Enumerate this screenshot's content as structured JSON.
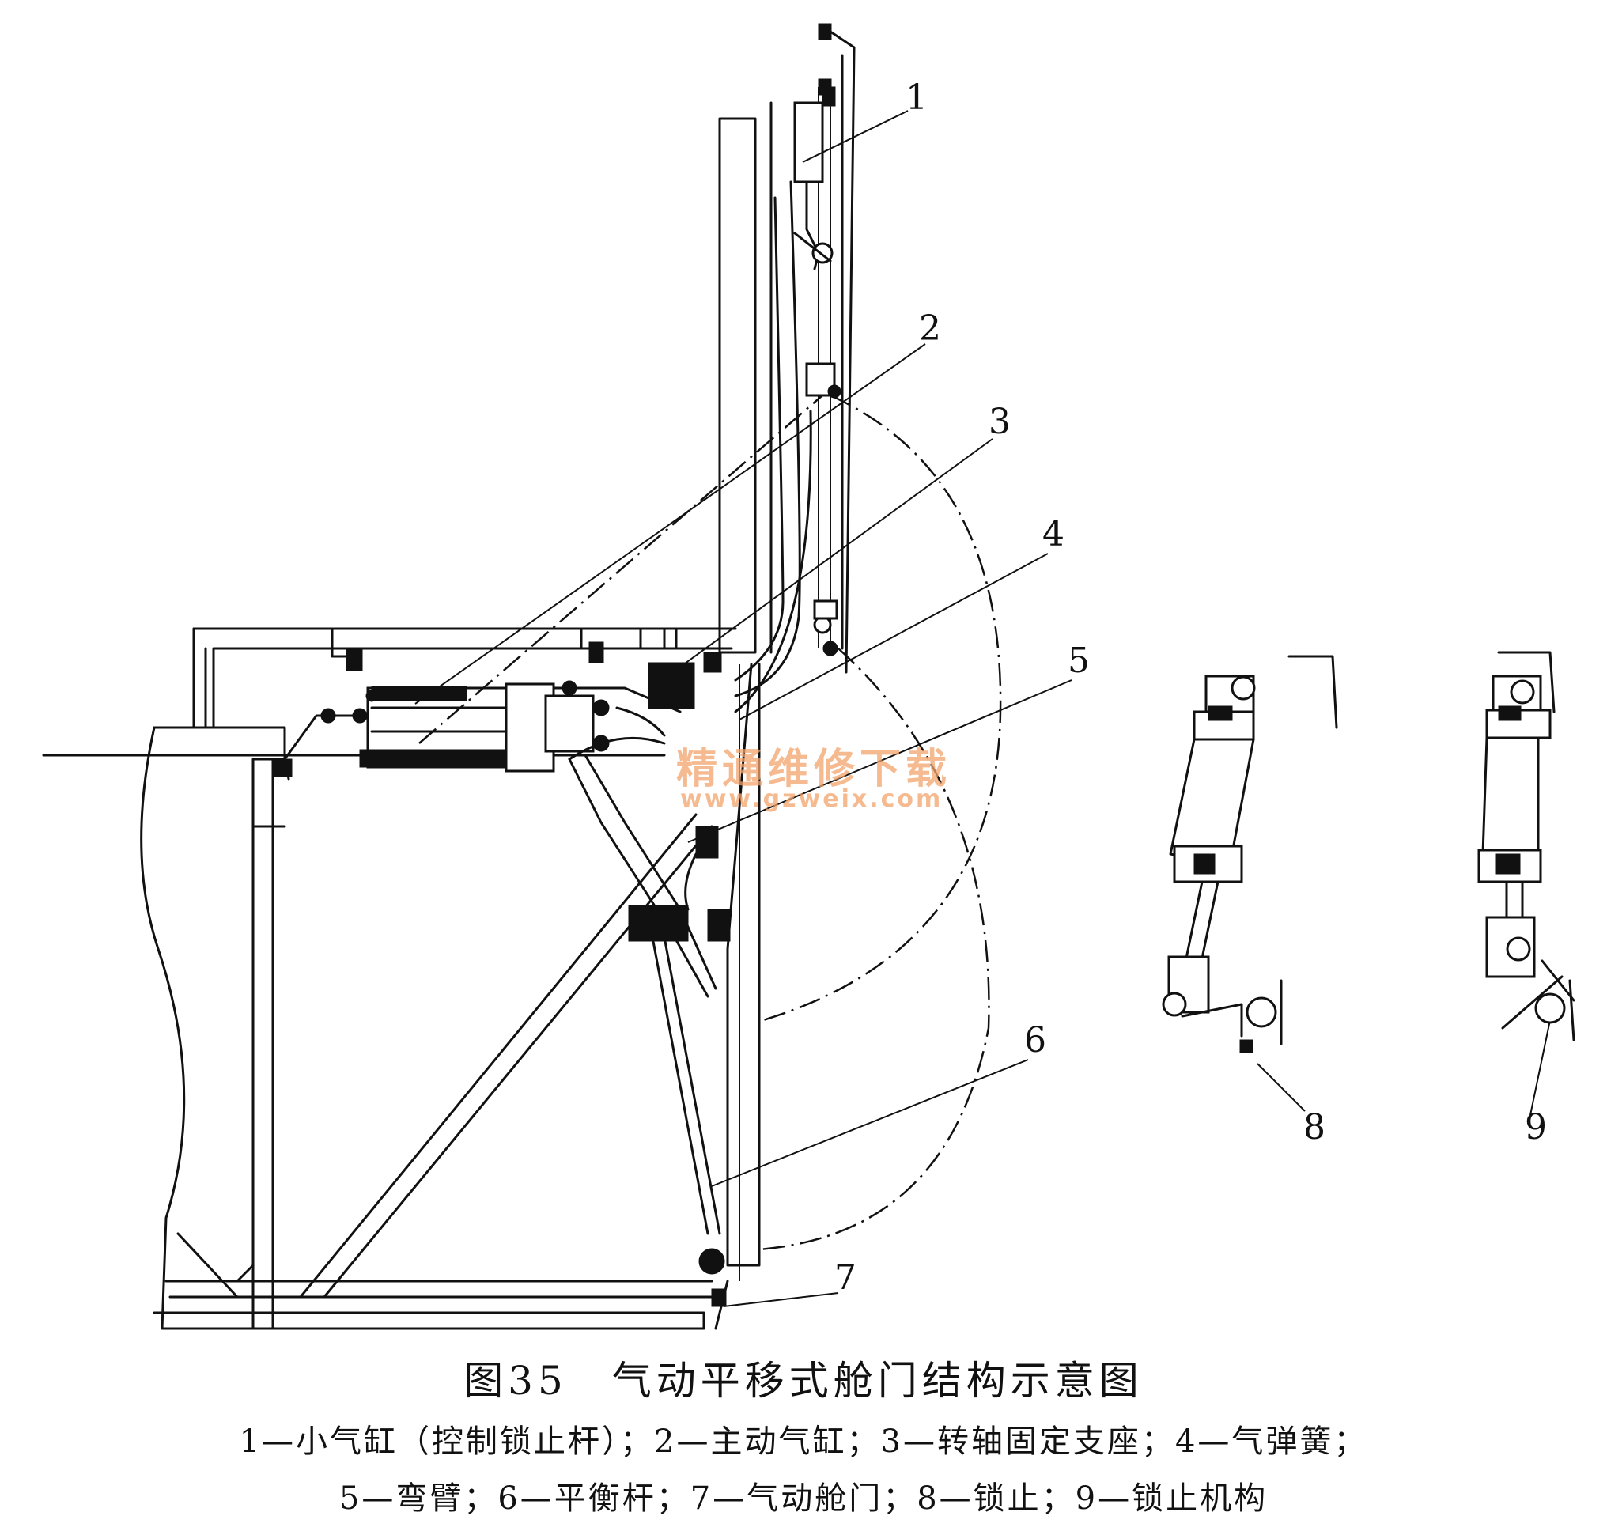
{
  "figure": {
    "title": "图35　气动平移式舱门结构示意图",
    "legend_lines": [
      "1—小气缸（控制锁止杆）；2—主动气缸；3—转轴固定支座；4—气弹簧；",
      "5—弯臂；6—平衡杆；7—气动舱门；8—锁止；9—锁止机构"
    ]
  },
  "callouts": [
    "1",
    "2",
    "3",
    "4",
    "5",
    "6",
    "7",
    "8",
    "9"
  ],
  "watermark": {
    "text": "精通维修下载",
    "url": "www.gzweix.com",
    "color": "#f3a46b"
  },
  "colors": {
    "ink": "#111111",
    "paper": "#ffffff",
    "watermark": "#f3a46b"
  }
}
